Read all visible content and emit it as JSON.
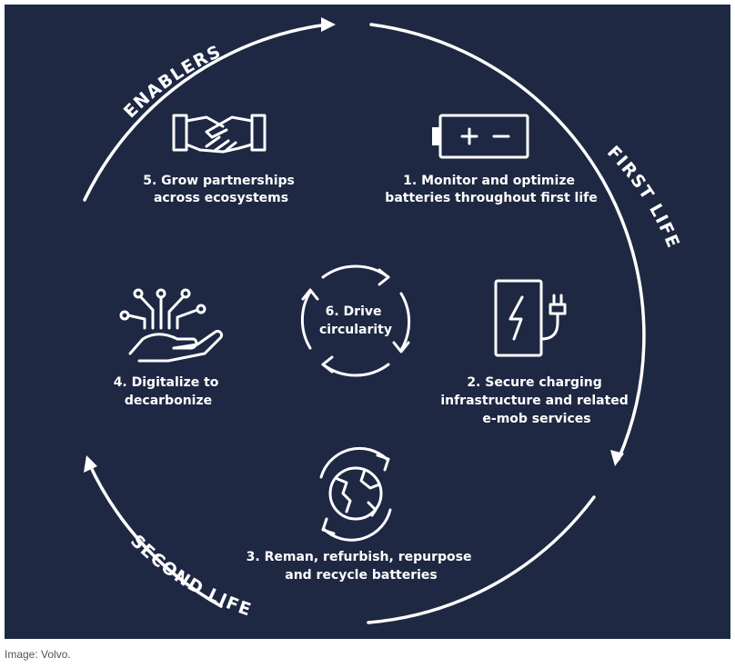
{
  "ring_labels": {
    "enablers": "ENABLERS",
    "first_life": "FIRST LIFE",
    "second_life": "SECOND LIFE"
  },
  "steps": [
    {
      "line1": "1. Monitor and optimize",
      "line2": "batteries throughout first life",
      "icon": "battery-icon"
    },
    {
      "line1": "2. Secure charging",
      "line2": "infrastructure and related",
      "line3": "e-mob services",
      "icon": "charging-station-icon"
    },
    {
      "line1": "3. Reman, refurbish, repurpose",
      "line2": "and recycle batteries",
      "icon": "recycle-globe-icon"
    },
    {
      "line1": "4. Digitalize to",
      "line2": "decarbonize",
      "icon": "digital-hand-icon"
    },
    {
      "line1": "5. Grow partnerships",
      "line2": "across ecosystems",
      "icon": "handshake-icon"
    },
    {
      "line1": "6. Drive",
      "line2": "circularity",
      "icon": "circular-arrows-icon"
    }
  ],
  "colors": {
    "background": "#1f2842",
    "foreground": "#ffffff"
  },
  "caption": "Image: Volvo."
}
